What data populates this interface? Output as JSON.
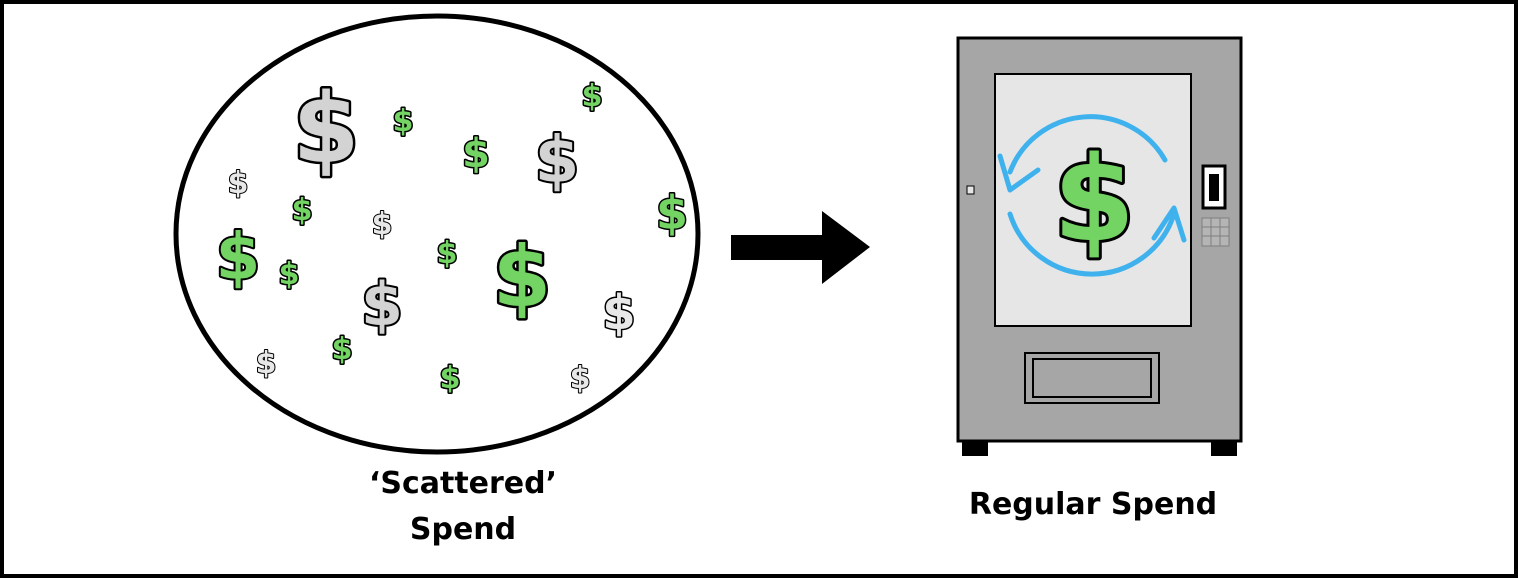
{
  "left_panel": {
    "caption_line1": "‘Scattered’",
    "caption_line2": "Spend",
    "symbol": "$"
  },
  "right_panel": {
    "caption": "Regular Spend",
    "symbol": "$"
  },
  "colors": {
    "green": "#73d463",
    "gray": "#d3d3d3",
    "outline": "#000000",
    "machine_body": "#a6a6a6",
    "machine_window": "#e6e6e6",
    "cycle_arrows": "#3fb2ee"
  },
  "icons": [
    "dollar-sign-icon",
    "right-arrow-icon",
    "vending-machine-icon",
    "cycle-arrows-icon"
  ]
}
